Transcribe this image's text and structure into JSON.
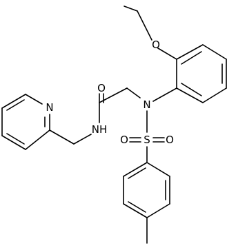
{
  "diagram": {
    "kind": "chemical-structure",
    "background_color": "#ffffff",
    "line_color": "#000000",
    "atom_labels": [
      {
        "id": "o_ether",
        "text": "O"
      },
      {
        "id": "o_amide",
        "text": "O"
      },
      {
        "id": "n_sulfonamide",
        "text": "N"
      },
      {
        "id": "n_pyridine",
        "text": "N"
      },
      {
        "id": "nh_amide",
        "text": "NH"
      },
      {
        "id": "s_sulfonyl",
        "text": "S"
      },
      {
        "id": "o_sulfonyl_left",
        "text": "O"
      },
      {
        "id": "o_sulfonyl_right",
        "text": "O"
      }
    ]
  }
}
